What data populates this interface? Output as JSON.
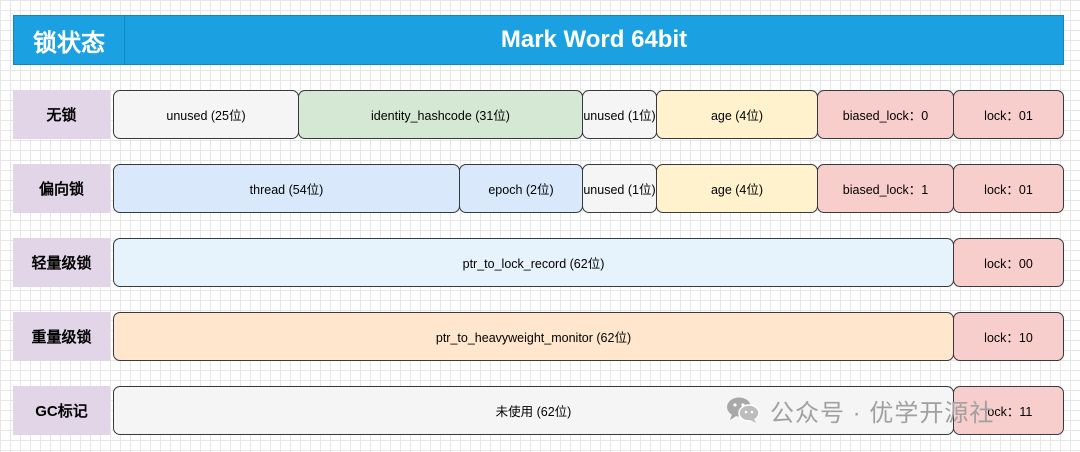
{
  "header": {
    "col1": "锁状态",
    "col2": "Mark Word 64bit"
  },
  "rows": [
    {
      "label": "无锁",
      "segments": [
        "unused (25位)",
        "identity_hashcode (31位)",
        "unused (1位)",
        "age (4位)",
        "biased_lock：0",
        "lock：01"
      ]
    },
    {
      "label": "偏向锁",
      "segments": [
        "thread (54位)",
        "epoch (2位)",
        "unused (1位)",
        "age (4位)",
        "biased_lock：1",
        "lock：01"
      ]
    },
    {
      "label": "轻量级锁",
      "segments": [
        "ptr_to_lock_record (62位)",
        "lock：00"
      ]
    },
    {
      "label": "重量级锁",
      "segments": [
        "ptr_to_heavyweight_monitor (62位)",
        "lock：10"
      ]
    },
    {
      "label": "GC标记",
      "segments": [
        "未使用 (62位)",
        "lock：11"
      ]
    }
  ],
  "watermark": "公众号 · 优学开源社",
  "colors": {
    "header": "#1ba1e2",
    "row_label": "#e1d5e7",
    "gray": "#f5f5f5",
    "green": "#d5e8d4",
    "yellow": "#fff2cc",
    "red": "#f8cecc",
    "blue": "#dae8fc",
    "light_blue": "#e6f2fc",
    "orange": "#ffe6cc"
  }
}
